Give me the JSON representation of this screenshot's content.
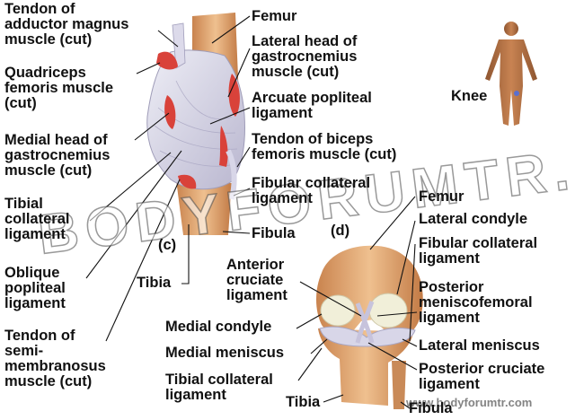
{
  "labels": {
    "adductor": "Tendon of\nadductor magnus\nmuscle (cut)",
    "quadriceps": "Quadriceps\nfemoris muscle\n(cut)",
    "medial_head": "Medial head of\ngastrocnemius\nmuscle (cut)",
    "tibial_coll_c": "Tibial\ncollateral\nligament",
    "oblique": "Oblique\npopliteal\nligament",
    "semimembranosus": "Tendon of\nsemi-\nmembranosus\nmuscle (cut)",
    "tibia_c": "Tibia",
    "femur_c": "Femur",
    "lateral_head": "Lateral head of\ngastrocnemius\nmuscle (cut)",
    "arcuate": "Arcuate popliteal\nligament",
    "biceps": "Tendon of biceps\nfemoris muscle (cut)",
    "fibular_coll_c": "Fibular collateral\nligament",
    "fibula_c": "Fibula",
    "panel_c": "(c)",
    "panel_d": "(d)",
    "knee": "Knee",
    "femur_d": "Femur",
    "lateral_condyle": "Lateral condyle",
    "fibular_coll_d": "Fibular collateral\nligament",
    "posterior_menisco": "Posterior\nmeniscofemoral\nligament",
    "lateral_meniscus": "Lateral meniscus",
    "post_cruciate": "Posterior cruciate\nligament",
    "fibula_d": "Fibula",
    "anterior_cruciate": "Anterior\ncruciate\nligament",
    "medial_condyle": "Medial condyle",
    "medial_meniscus": "Medial meniscus",
    "tibial_coll_d": "Tibial collateral\nligament",
    "tibia_d": "Tibia"
  },
  "watermark": {
    "main": "BODYFORUMTR.COM",
    "url": "www.bodyforumtr.com"
  },
  "colors": {
    "bone": "#e9b483",
    "ligament": "#d8d6e8",
    "muscle_cut": "#d9423a",
    "cartilage": "#f1efd9",
    "skin": "#b5703f",
    "leader": "#111111"
  }
}
